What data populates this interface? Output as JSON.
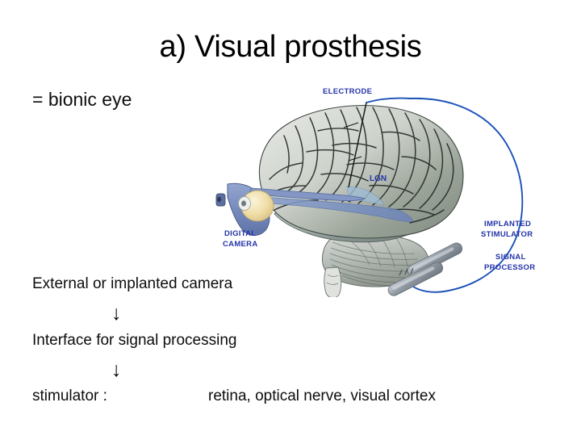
{
  "slide": {
    "title": "a) Visual prosthesis",
    "subtitle": "= bionic eye",
    "background_color": "#ffffff",
    "text_color": "#000000"
  },
  "flow": {
    "step_1": "External or implanted camera",
    "arrow_1": "↓",
    "step_2": "Interface for signal processing",
    "arrow_2": "↓",
    "step_3_label": "stimulator :",
    "step_3_targets": "retina,  optical nerve, visual cortex"
  },
  "figure": {
    "name": "visual-prosthesis-brain-diagram",
    "label_color": "#2434a8",
    "wire_color": "#1b52b8",
    "glasses_color": "#7d93c4",
    "brain_color": "#b9bfb4",
    "implant_color": "#8d949c",
    "labels": {
      "electrode": "ELECTRODE",
      "lgn": "LGN",
      "digital_camera_line1": "DIGITAL",
      "digital_camera_line2": "CAMERA",
      "implanted_stimulator_line1": "IMPLANTED",
      "implanted_stimulator_line2": "STIMULATOR",
      "signal_processor_line1": "SIGNAL",
      "signal_processor_line2": "PROCESSOR"
    }
  }
}
